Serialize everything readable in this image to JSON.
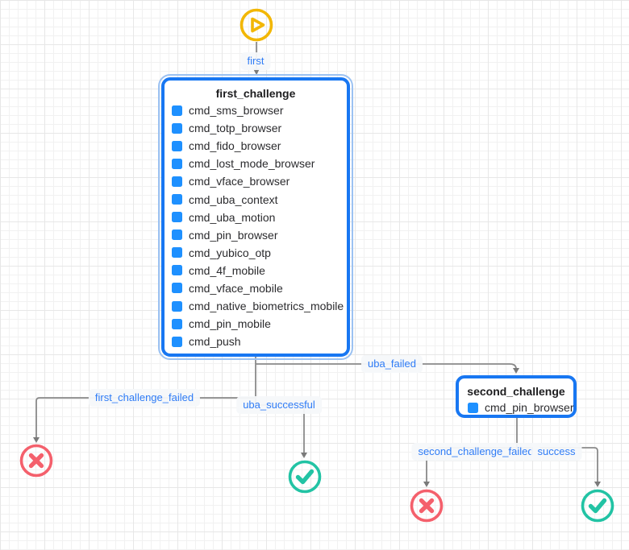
{
  "palette": {
    "node_border": "#1877F2",
    "selection": "#9CC2F2",
    "command_icon": "#1E90FF",
    "edge": "#8A8A8A",
    "arrow": "#7A7A7A",
    "label_text": "#2F7CF6",
    "label_bg": "#F6F8FAF2",
    "start": "#F2B705",
    "fail": "#F4606C",
    "success": "#22C3A4",
    "grid_minor": "#F1F1F1",
    "grid_major": "#E7E7E7"
  },
  "nodes": {
    "first_challenge": {
      "title": "first_challenge",
      "items": [
        "cmd_sms_browser",
        "cmd_totp_browser",
        "cmd_fido_browser",
        "cmd_lost_mode_browser",
        "cmd_vface_browser",
        "cmd_uba_context",
        "cmd_uba_motion",
        "cmd_pin_browser",
        "cmd_yubico_otp",
        "cmd_4f_mobile",
        "cmd_vface_mobile",
        "cmd_native_biometrics_mobile",
        "cmd_pin_mobile",
        "cmd_push"
      ]
    },
    "second_challenge": {
      "title": "second_challenge",
      "items": [
        "cmd_pin_browser"
      ]
    }
  },
  "edges": {
    "first": {
      "label": "first"
    },
    "uba_failed": {
      "label": "uba_failed"
    },
    "first_challenge_failed": {
      "label": "first_challenge_failed"
    },
    "uba_successful": {
      "label": "uba_successful"
    },
    "second_challenge_failed": {
      "label": "second_challenge_failed"
    },
    "success": {
      "label": "success"
    }
  },
  "icons": {
    "start": "start-play-icon",
    "failure": "failure-x-icon",
    "success": "success-check-icon"
  }
}
